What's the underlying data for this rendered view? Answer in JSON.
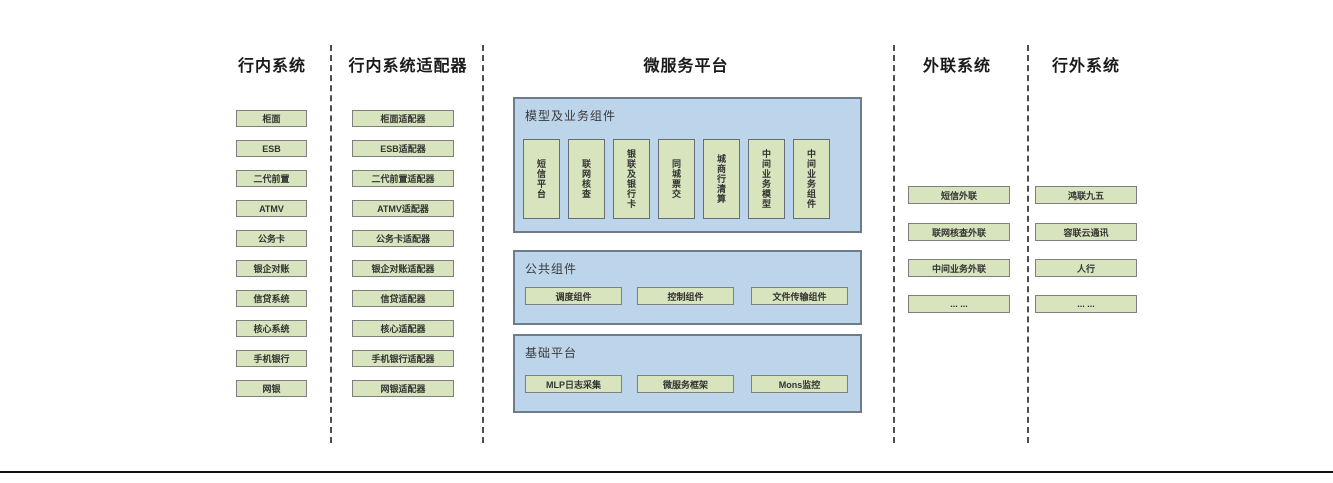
{
  "colors": {
    "green_fill": "#d7e4bd",
    "green_border": "#7f7f7f",
    "blue_fill": "#bdd5ea",
    "blue_border": "#6e7b8a",
    "dash_line": "#4d4d4d",
    "text": "#333333"
  },
  "columns": {
    "internal": {
      "title": "行内系统",
      "items": [
        "柜面",
        "ESB",
        "二代前置",
        "ATMV",
        "公务卡",
        "银企对账",
        "信贷系统",
        "核心系统",
        "手机银行",
        "网银"
      ]
    },
    "adapters": {
      "title": "行内系统适配器",
      "items": [
        "柜面适配器",
        "ESB适配器",
        "二代前置适配器",
        "ATMV适配器",
        "公务卡适配器",
        "银企对账适配器",
        "信贷适配器",
        "核心适配器",
        "手机银行适配器",
        "网银适配器"
      ]
    },
    "platform": {
      "title": "微服务平台",
      "panels": [
        {
          "title": "模型及业务组件",
          "items": [
            "短信平台",
            "联网核查",
            "银联及银行卡",
            "同城票交",
            "城商行清算",
            "中间业务模型",
            "中间业务组件"
          ]
        },
        {
          "title": "公共组件",
          "items": [
            "调度组件",
            "控制组件",
            "文件传输组件"
          ]
        },
        {
          "title": "基础平台",
          "items": [
            "MLP日志采集",
            "微服务框架",
            "Mons监控"
          ]
        }
      ]
    },
    "outreach": {
      "title": "外联系统",
      "items": [
        "短信外联",
        "联网核查外联",
        "中间业务外联",
        "... ..."
      ]
    },
    "external": {
      "title": "行外系统",
      "items": [
        "鸿联九五",
        "容联云通讯",
        "人行",
        "... ..."
      ]
    }
  }
}
